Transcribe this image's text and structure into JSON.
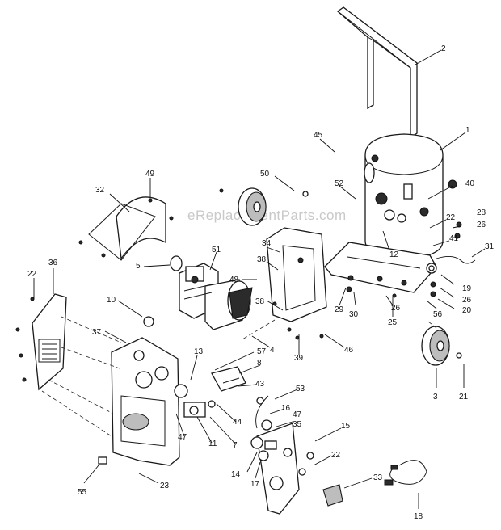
{
  "watermark": "eReplacementParts.com",
  "callouts": [
    {
      "id": "1",
      "label": "1"
    },
    {
      "id": "2",
      "label": "2"
    },
    {
      "id": "3",
      "label": "3"
    },
    {
      "id": "4",
      "label": "4"
    },
    {
      "id": "5",
      "label": "5"
    },
    {
      "id": "7",
      "label": "7"
    },
    {
      "id": "8",
      "label": "8"
    },
    {
      "id": "10",
      "label": "10"
    },
    {
      "id": "11",
      "label": "11"
    },
    {
      "id": "12",
      "label": "12"
    },
    {
      "id": "13",
      "label": "13"
    },
    {
      "id": "14",
      "label": "14"
    },
    {
      "id": "15",
      "label": "15"
    },
    {
      "id": "16",
      "label": "16"
    },
    {
      "id": "17",
      "label": "17"
    },
    {
      "id": "18",
      "label": "18"
    },
    {
      "id": "19",
      "label": "19"
    },
    {
      "id": "20",
      "label": "20"
    },
    {
      "id": "21",
      "label": "21"
    },
    {
      "id": "22a",
      "label": "22"
    },
    {
      "id": "22b",
      "label": "22"
    },
    {
      "id": "22c",
      "label": "22"
    },
    {
      "id": "23",
      "label": "23"
    },
    {
      "id": "25",
      "label": "25"
    },
    {
      "id": "26a",
      "label": "26"
    },
    {
      "id": "26b",
      "label": "26"
    },
    {
      "id": "26c",
      "label": "26"
    },
    {
      "id": "28",
      "label": "28"
    },
    {
      "id": "29",
      "label": "29"
    },
    {
      "id": "30",
      "label": "30"
    },
    {
      "id": "31",
      "label": "31"
    },
    {
      "id": "32",
      "label": "32"
    },
    {
      "id": "33",
      "label": "33"
    },
    {
      "id": "34",
      "label": "34"
    },
    {
      "id": "35",
      "label": "35"
    },
    {
      "id": "36",
      "label": "36"
    },
    {
      "id": "37",
      "label": "37"
    },
    {
      "id": "38a",
      "label": "38"
    },
    {
      "id": "38b",
      "label": "38"
    },
    {
      "id": "39",
      "label": "39"
    },
    {
      "id": "40",
      "label": "40"
    },
    {
      "id": "41",
      "label": "41"
    },
    {
      "id": "43",
      "label": "43"
    },
    {
      "id": "44",
      "label": "44"
    },
    {
      "id": "45",
      "label": "45"
    },
    {
      "id": "46",
      "label": "46"
    },
    {
      "id": "47a",
      "label": "47"
    },
    {
      "id": "47b",
      "label": "47"
    },
    {
      "id": "48",
      "label": "48"
    },
    {
      "id": "49",
      "label": "49"
    },
    {
      "id": "50",
      "label": "50"
    },
    {
      "id": "51",
      "label": "51"
    },
    {
      "id": "52",
      "label": "52"
    },
    {
      "id": "53",
      "label": "53"
    },
    {
      "id": "55",
      "label": "55"
    },
    {
      "id": "56",
      "label": "56"
    },
    {
      "id": "57",
      "label": "57"
    }
  ]
}
